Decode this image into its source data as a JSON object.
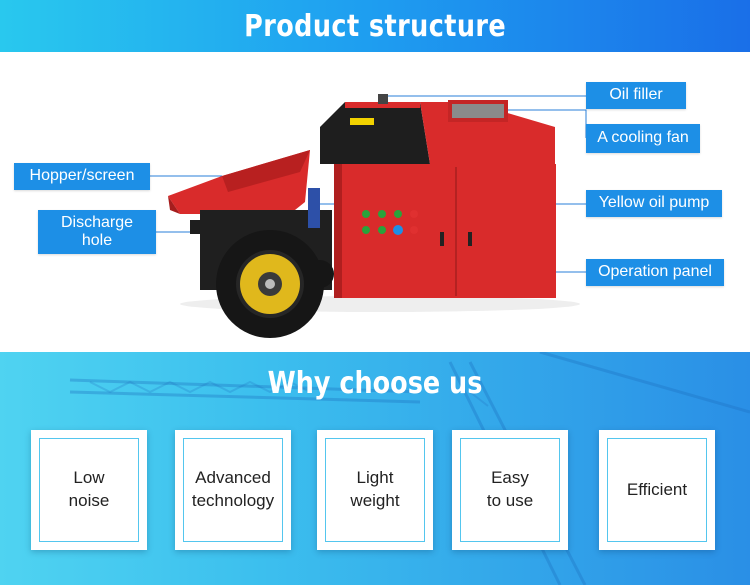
{
  "header": {
    "title": "Product structure"
  },
  "labels": {
    "oil_filler": "Oil filler",
    "cooling_fan": "A cooling fan",
    "hopper": "Hopper/screen",
    "discharge": "Discharge\nhole",
    "oil_pump": "Yellow oil pump",
    "operation_panel": "Operation panel"
  },
  "why": {
    "title": "Why choose us",
    "items": [
      "Low\nnoise",
      "Advanced\ntechnology",
      "Light\nweight",
      "Easy\nto use",
      "Efficient"
    ]
  },
  "colors": {
    "accent": "#1d8fe6",
    "machine_red": "#d92b2b",
    "banner_start": "#29c8ee",
    "banner_end": "#1a6fe8"
  }
}
